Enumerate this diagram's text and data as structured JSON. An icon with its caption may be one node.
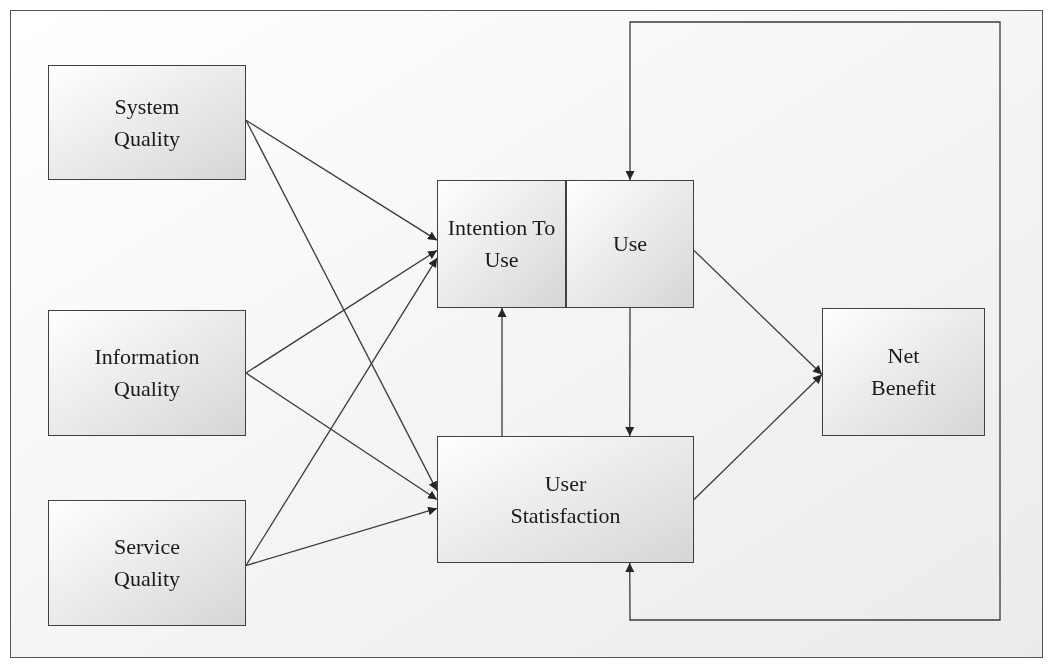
{
  "diagram": {
    "nodes": [
      {
        "text": [
          "System Quality"
        ]
      },
      {
        "text": [
          "Information Quality"
        ]
      },
      {
        "text": [
          "Service Quality"
        ]
      },
      {
        "text": [
          "Intention To Use"
        ]
      },
      {
        "text": [
          "Use"
        ]
      },
      {
        "text": [
          "User Statisfaction"
        ]
      },
      {
        "text": [
          "Net Benefit"
        ]
      }
    ],
    "edges": [
      {
        "from": 0,
        "to": 3,
        "arrow": "to"
      },
      {
        "from": 0,
        "to": 5,
        "arrow": "to"
      },
      {
        "from": 1,
        "to": 3,
        "arrow": "to"
      },
      {
        "from": 1,
        "to": 5,
        "arrow": "to"
      },
      {
        "from": 2,
        "to": 3,
        "arrow": "to"
      },
      {
        "from": 2,
        "to": 5,
        "arrow": "to"
      },
      {
        "from": 5,
        "to": 3,
        "arrow": "to"
      },
      {
        "from": 4,
        "to": 5,
        "arrow": "to"
      },
      {
        "from": 4,
        "to": 6,
        "arrow": "to"
      },
      {
        "from": 5,
        "to": 6,
        "arrow": "to"
      },
      {
        "from": 5,
        "to": 4,
        "arrow": "both"
      }
    ]
  }
}
